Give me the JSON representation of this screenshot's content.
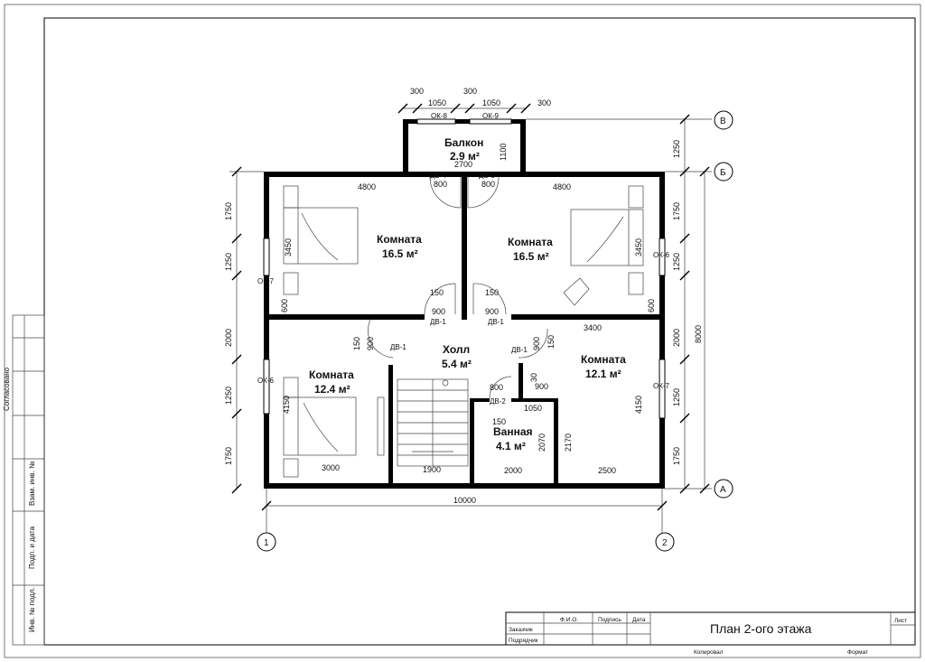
{
  "sheet": {
    "title": "План 2-ого этажа",
    "stamp": {
      "fio": "Ф.И.О.",
      "podpis": "Подпись",
      "data": "Дата",
      "list": "Лист",
      "zakazchik": "Заказчик",
      "podryadchik": "Подрядчик",
      "kopiroval": "Копировал",
      "format": "Формат"
    },
    "side_stamp": {
      "soglasovano": "Согласовано",
      "vzam": "Взам. инв. №",
      "podp_data": "Подп. и дата",
      "inv_podl": "Инв. № подл."
    }
  },
  "plan": {
    "rooms": [
      {
        "name": "Балкон",
        "area": "2.9 м²"
      },
      {
        "name": "Комната",
        "area": "16.5 м²"
      },
      {
        "name": "Комната",
        "area": "16.5 м²"
      },
      {
        "name": "Холл",
        "area": "5.4 м²"
      },
      {
        "name": "Комната",
        "area": "12.4 м²"
      },
      {
        "name": "Комната",
        "area": "12.1 м²"
      },
      {
        "name": "Ванная",
        "area": "4.1 м²"
      }
    ],
    "axes": {
      "a": "А",
      "b": "Б",
      "v": "В",
      "one": "1",
      "two": "2"
    },
    "openings": {
      "ok8": "ОК-8",
      "ok9": "ОК-9",
      "ok7": "ОК-7",
      "ok6": "ОК-6",
      "dv4": "ДВ-4",
      "dv3": "ДВ-3",
      "dv1": "ДВ-1",
      "dv2": "ДВ-2"
    },
    "dims": {
      "d300": "300",
      "d1050": "1050",
      "d1100": "1100",
      "d1250": "1250",
      "d2700": "2700",
      "d4800": "4800",
      "d800": "800",
      "d1750": "1750",
      "d3450": "3450",
      "d600": "600",
      "d2000": "2000",
      "d150": "150",
      "d900": "900",
      "d3400": "3400",
      "d4150": "4150",
      "d8000": "8000",
      "d3000": "3000",
      "d1900": "1900",
      "d2070": "2070",
      "d2170": "2170",
      "d2500": "2500",
      "d10000": "10000",
      "d30": "30"
    }
  }
}
